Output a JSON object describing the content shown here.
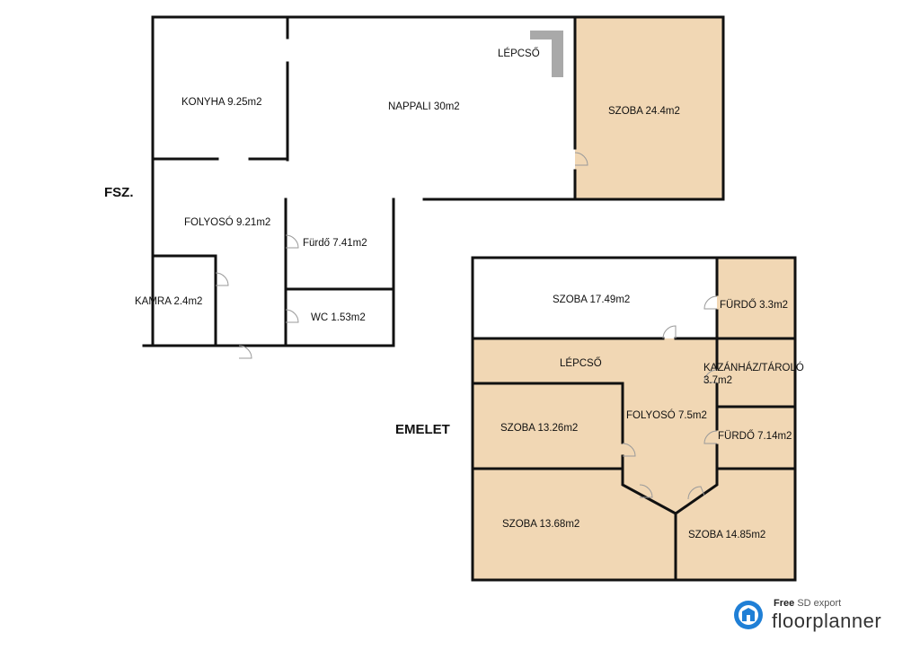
{
  "floors": {
    "ground": "FSZ.",
    "upper": "EMELET"
  },
  "rooms": {
    "konyha": "KONYHA 9.25m2",
    "nappali": "NAPPALI 30m2",
    "lepcso_ground": "LÉPCSŐ",
    "szoba_ground": "SZOBA 24.4m2",
    "folyoso_ground": "FOLYOSÓ 9.21m2",
    "furdo_ground": "Fürdő 7.41m2",
    "kamra": "KAMRA 2.4m2",
    "wc": "WC 1.53m2",
    "szoba_1749": "SZOBA 17.49m2",
    "furdo_33": "FÜRDŐ 3.3m2",
    "lepcso_upper": "LÉPCSŐ",
    "kazanhaz_line1": "KAZÁNHÁZ/TÁROLÓ",
    "kazanhaz_line2": "3.7m2",
    "szoba_1326": "SZOBA 13.26m2",
    "folyoso_upper": "FOLYOSÓ 7.5m2",
    "furdo_714": "FÜRDŐ 7.14m2",
    "szoba_1368": "SZOBA 13.68m2",
    "szoba_1485": "SZOBA 14.85m2"
  },
  "colors": {
    "room_fill": "#f1d7b4",
    "wall": "#111111",
    "stairs": "#a9a9a9",
    "logo_blue": "#1f7fd6"
  },
  "logo": {
    "free": "Free",
    "export": "SD export",
    "name": "floorplanner",
    "icon": "floorplanner-logo-icon"
  }
}
